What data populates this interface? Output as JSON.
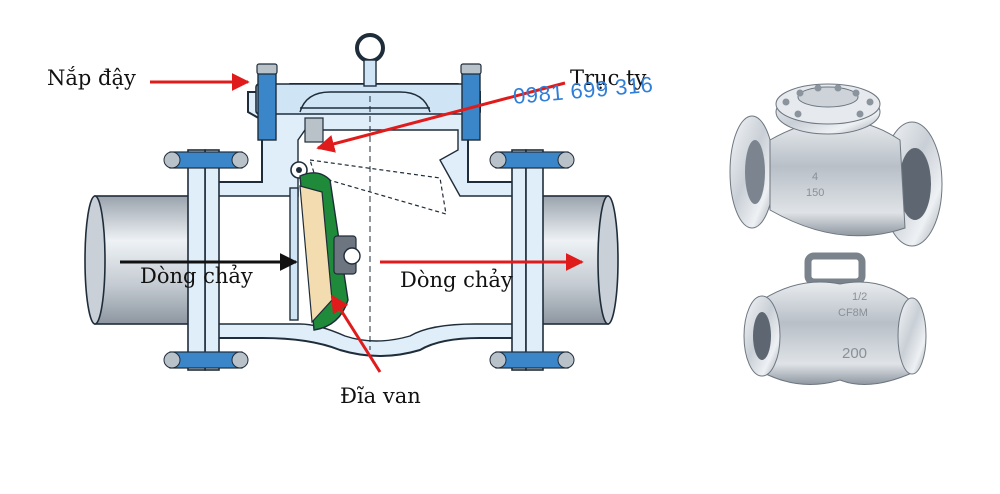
{
  "labels": {
    "cover": "Nắp đậy",
    "hinge": "Trục ty",
    "flow_left": "Dòng chảy",
    "flow_right": "Dòng chảy",
    "disc": "Đĩa van"
  },
  "phone": "0981 699 316",
  "valve_markings": {
    "flanged_size": "4",
    "flanged_class": "150",
    "threaded_size": "1/2",
    "threaded_material": "CF8M",
    "threaded_class": "200"
  },
  "colors": {
    "arrow": "#e01b1b",
    "body_fill": "#dfeef9",
    "outline": "#1f2d3a",
    "disc_green": "#1e8a3a",
    "disc_face": "#f3dcb0",
    "bolt_blue": "#3a86c8",
    "phone": "#2f7fd8"
  }
}
